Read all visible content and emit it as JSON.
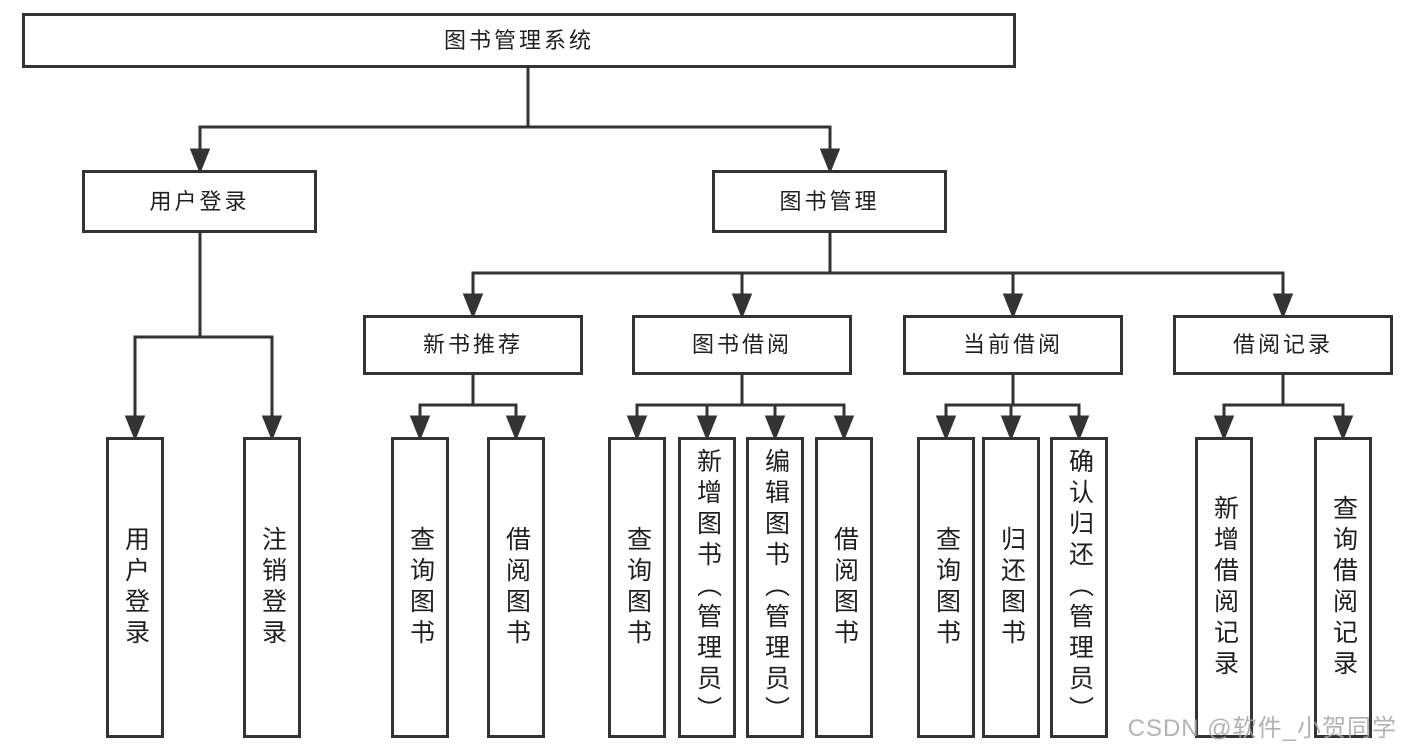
{
  "colors": {
    "line": "#333333",
    "node_border": "#333333",
    "node_text": "#1f1f1f",
    "background": "#ffffff",
    "watermark": "#a8a8a8"
  },
  "watermark": {
    "text": "CSDN @软件_小贺同学"
  },
  "tree": {
    "root": {
      "label": "图书管理系统"
    },
    "branches": [
      {
        "label": "用户登录",
        "children": [
          {
            "label": "用户登录"
          },
          {
            "label": "注销登录"
          }
        ]
      },
      {
        "label": "图书管理",
        "children": [
          {
            "label": "新书推荐",
            "children": [
              {
                "label": "查询图书"
              },
              {
                "label": "借阅图书"
              }
            ]
          },
          {
            "label": "图书借阅",
            "children": [
              {
                "label": "查询图书"
              },
              {
                "label": "新增图书（管理员）"
              },
              {
                "label": "编辑图书（管理员）"
              },
              {
                "label": "借阅图书"
              }
            ]
          },
          {
            "label": "当前借阅",
            "children": [
              {
                "label": "查询图书"
              },
              {
                "label": "归还图书"
              },
              {
                "label": "确认归还（管理员）"
              }
            ]
          },
          {
            "label": "借阅记录",
            "children": [
              {
                "label": "新增借阅记录"
              },
              {
                "label": "查询借阅记录"
              }
            ]
          }
        ]
      }
    ]
  }
}
